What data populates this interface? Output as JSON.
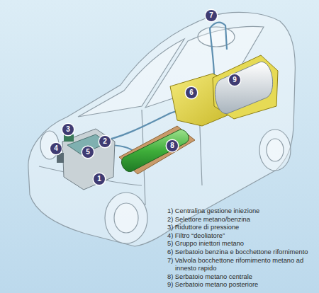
{
  "diagram": {
    "labels": [
      "7",
      "3",
      "2",
      "4",
      "5",
      "6",
      "9",
      "8",
      "1",
      "1) Centralina gestione iniezione",
      "2) Selettore metano/benzina",
      "3) Riduttore di pressione",
      "4) Filtro “deoliatore”",
      "5) Gruppo iniettori metano",
      "6) Serbatoio benzina e bocchettone rifornimento",
      "7) Valvola bocchettone rifornimento metano ad innesto rapido",
      "8) Serbatoio metano centrale",
      "9) Serbatoio metano posteriore"
    ]
  }
}
